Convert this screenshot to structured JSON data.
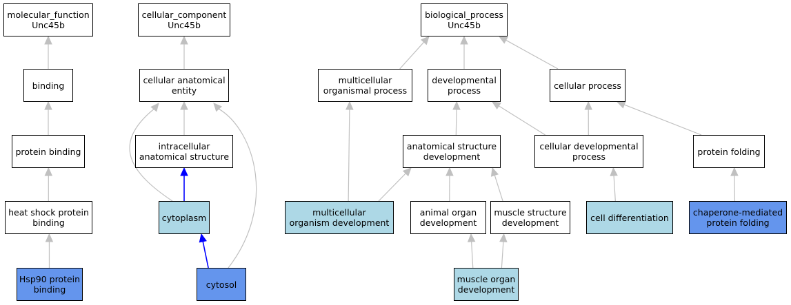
{
  "colors": {
    "default_fill": "#ffffff",
    "light_fill": "#add8e6",
    "dark_fill": "#6495ed",
    "edge_gray": "#c0c0c0",
    "edge_blue": "#0000ff"
  },
  "nodes": {
    "mf_root": {
      "label": "molecular_function\nUnc45b"
    },
    "binding": {
      "label": "binding"
    },
    "protein_binding": {
      "label": "protein binding"
    },
    "hsp_binding": {
      "label": "heat shock protein\nbinding"
    },
    "hsp90_binding": {
      "label": "Hsp90 protein\nbinding",
      "fill": "dark"
    },
    "cc_root": {
      "label": "cellular_component\nUnc45b"
    },
    "cell_anat": {
      "label": "cellular anatomical\nentity"
    },
    "intracellular": {
      "label": "intracellular\nanatomical structure"
    },
    "cytoplasm": {
      "label": "cytoplasm",
      "fill": "light"
    },
    "cytosol": {
      "label": "cytosol",
      "fill": "dark"
    },
    "bp_root": {
      "label": "biological_process\nUnc45b"
    },
    "multicell_proc": {
      "label": "multicellular\norganismal process"
    },
    "dev_proc": {
      "label": "developmental\nprocess"
    },
    "cell_proc": {
      "label": "cellular process"
    },
    "anat_dev": {
      "label": "anatomical structure\ndevelopment"
    },
    "cell_dev_proc": {
      "label": "cellular developmental\nprocess"
    },
    "protein_folding": {
      "label": "protein folding"
    },
    "multicell_dev": {
      "label": "multicellular\norganism development",
      "fill": "light"
    },
    "animal_organ_dev": {
      "label": "animal organ\ndevelopment"
    },
    "muscle_struct_dev": {
      "label": "muscle structure\ndevelopment"
    },
    "cell_diff": {
      "label": "cell differentiation",
      "fill": "light"
    },
    "chaperone_folding": {
      "label": "chaperone-mediated\nprotein folding",
      "fill": "dark"
    },
    "muscle_organ_dev": {
      "label": "muscle organ\ndevelopment",
      "fill": "light"
    }
  },
  "edges": [
    {
      "from": "binding",
      "to": "mf_root"
    },
    {
      "from": "protein_binding",
      "to": "binding"
    },
    {
      "from": "hsp_binding",
      "to": "protein_binding"
    },
    {
      "from": "hsp90_binding",
      "to": "hsp_binding"
    },
    {
      "from": "cell_anat",
      "to": "cc_root"
    },
    {
      "from": "intracellular",
      "to": "cell_anat"
    },
    {
      "from": "cytoplasm",
      "to": "intracellular",
      "color": "blue"
    },
    {
      "from": "cytoplasm",
      "to": "cell_anat",
      "curve": "left"
    },
    {
      "from": "cytosol",
      "to": "cytoplasm",
      "color": "blue"
    },
    {
      "from": "cytosol",
      "to": "cell_anat",
      "curve": "right"
    },
    {
      "from": "multicell_proc",
      "to": "bp_root"
    },
    {
      "from": "dev_proc",
      "to": "bp_root"
    },
    {
      "from": "cell_proc",
      "to": "bp_root"
    },
    {
      "from": "anat_dev",
      "to": "dev_proc"
    },
    {
      "from": "cell_dev_proc",
      "to": "dev_proc"
    },
    {
      "from": "cell_dev_proc",
      "to": "cell_proc"
    },
    {
      "from": "protein_folding",
      "to": "cell_proc"
    },
    {
      "from": "multicell_dev",
      "to": "multicell_proc"
    },
    {
      "from": "multicell_dev",
      "to": "anat_dev"
    },
    {
      "from": "animal_organ_dev",
      "to": "anat_dev"
    },
    {
      "from": "muscle_struct_dev",
      "to": "anat_dev"
    },
    {
      "from": "cell_diff",
      "to": "cell_dev_proc"
    },
    {
      "from": "chaperone_folding",
      "to": "protein_folding"
    },
    {
      "from": "muscle_organ_dev",
      "to": "animal_organ_dev"
    },
    {
      "from": "muscle_organ_dev",
      "to": "muscle_struct_dev"
    }
  ]
}
